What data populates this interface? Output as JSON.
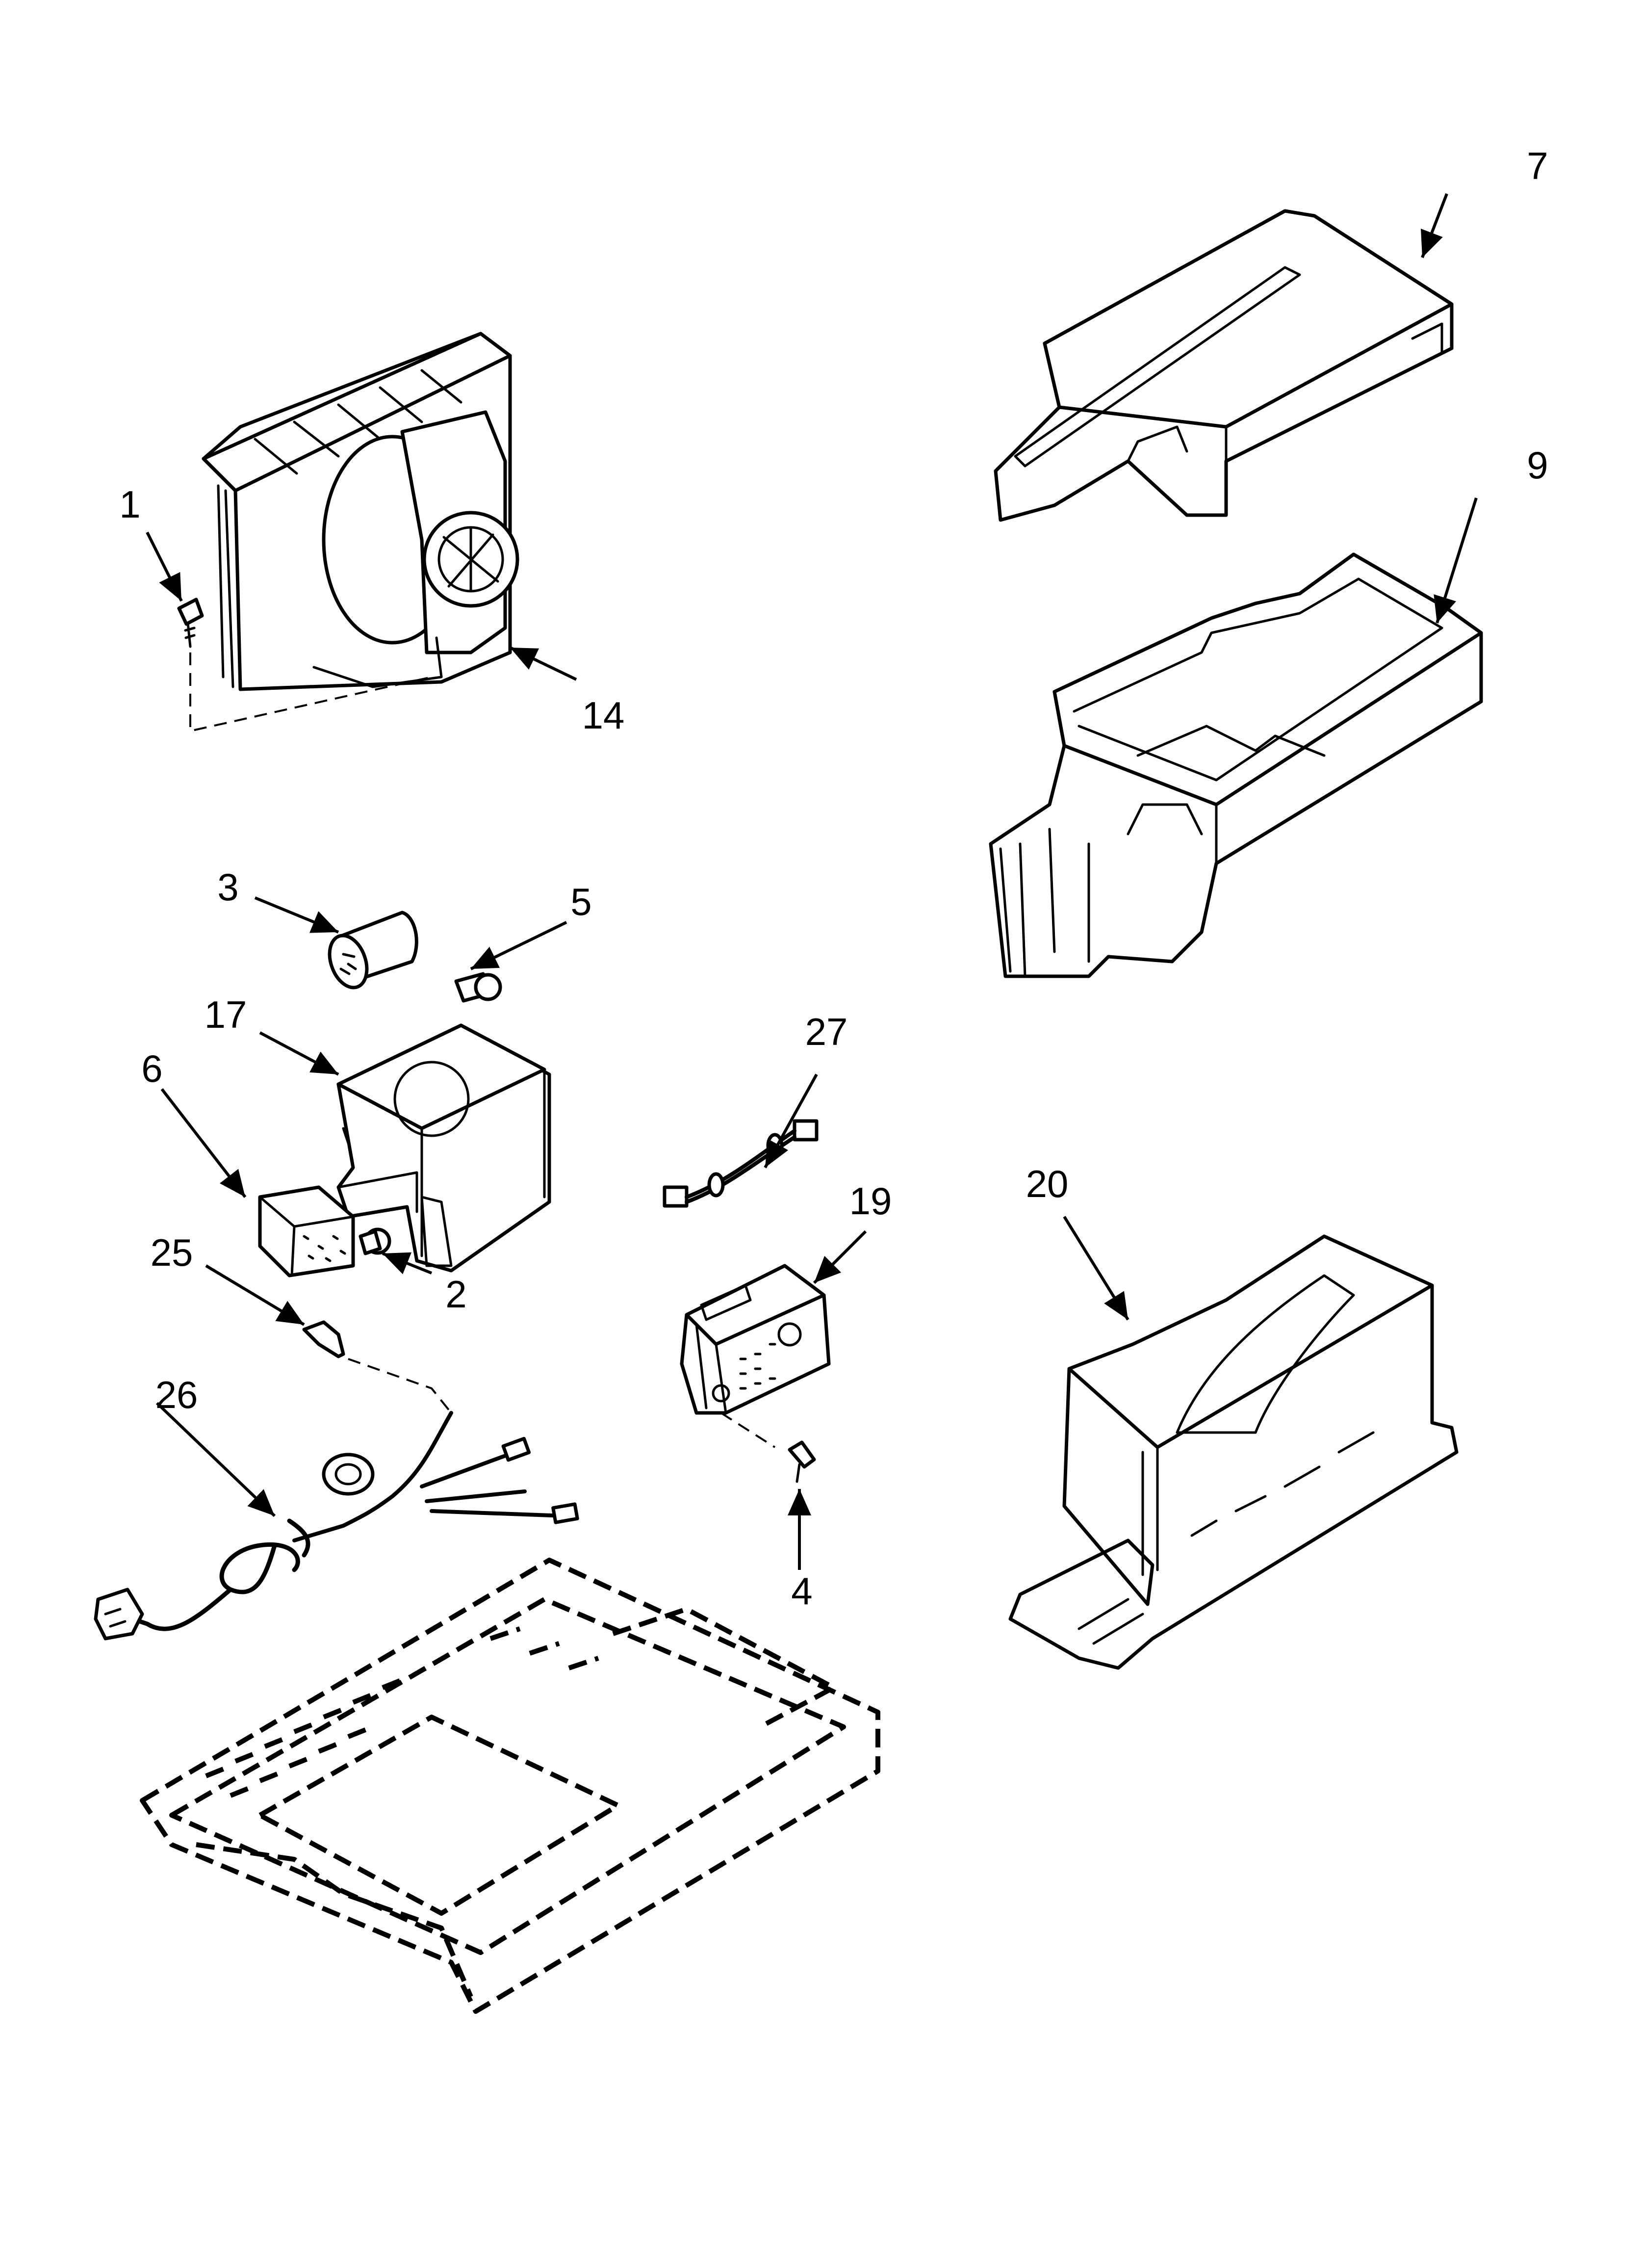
{
  "callouts": {
    "c1": "1",
    "c2": "2",
    "c3": "3",
    "c4": "4",
    "c5": "5",
    "c6": "6",
    "c7": "7",
    "c9": "9",
    "c14": "14",
    "c17": "17",
    "c19": "19",
    "c20": "20",
    "c25": "25",
    "c26": "26",
    "c27": "27"
  },
  "colors": {
    "line": "#000000",
    "background": "#ffffff"
  }
}
